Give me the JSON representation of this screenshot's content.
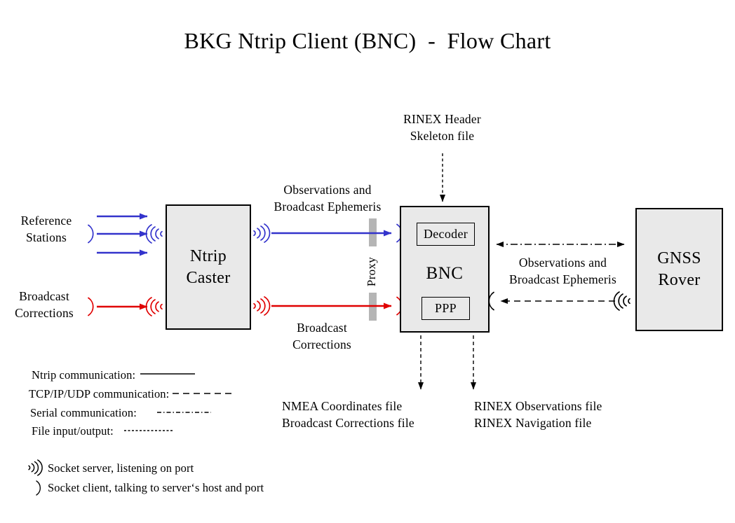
{
  "title": "BKG Ntrip Client (BNC)  -  Flow Chart",
  "nodes": {
    "caster": {
      "label": "Ntrip\nCaster"
    },
    "bnc": {
      "label": "BNC",
      "decoder_label": "Decoder",
      "ppp_label": "PPP"
    },
    "rover": {
      "label": "GNSS\nRover"
    }
  },
  "labels": {
    "reference_stations": "Reference\nStations",
    "broadcast_corrections_left": "Broadcast\nCorrections",
    "observations_mid": "Observations and\nBroadcast Ephemeris",
    "broadcast_corrections_mid": "Broadcast\nCorrections",
    "rinex_header": "RINEX Header\nSkeleton file",
    "observations_right": "Observations and\nBroadcast Ephemeris",
    "proxy": "Proxy",
    "nmea_files": "NMEA Coordinates file\nBroadcast Corrections file",
    "rinex_files": "RINEX Observations file\nRINEX Navigation file"
  },
  "legend": {
    "ntrip_label": "Ntrip communication:",
    "tcp_label": "TCP/IP/UDP communication:",
    "serial_label": "Serial communication:",
    "file_label": "File input/output:",
    "socket_server_label": "Socket server, listening on port",
    "socket_client_label": "Socket client, talking to server‘s host and port"
  },
  "colors": {
    "ntrip_blue": "#3333cc",
    "corrections_red": "#e00000",
    "box_fill": "#e9e9e9",
    "proxy_bar": "#b5b5b5",
    "line_black": "#000000"
  }
}
